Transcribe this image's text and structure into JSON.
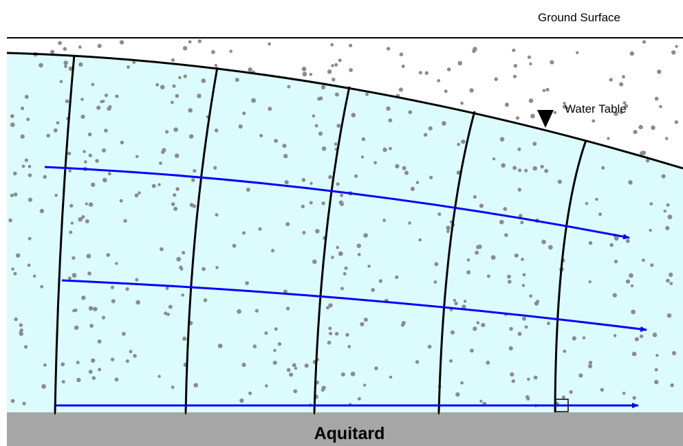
{
  "labels": {
    "ground_surface": "Ground Surface",
    "water_table": "Water Table",
    "aquitard": "Aquitard"
  },
  "colors": {
    "saturated_zone": "#dcfbfd",
    "unsaturated_zone": "#ffffff",
    "aquitard": "#a6a6a6",
    "flow_lines": "#0000ff",
    "equipotential_lines": "#000000",
    "sand_grains": "#8c8c8c"
  },
  "elements": {
    "flow_lines": 3,
    "equipotential_lines": 5
  }
}
